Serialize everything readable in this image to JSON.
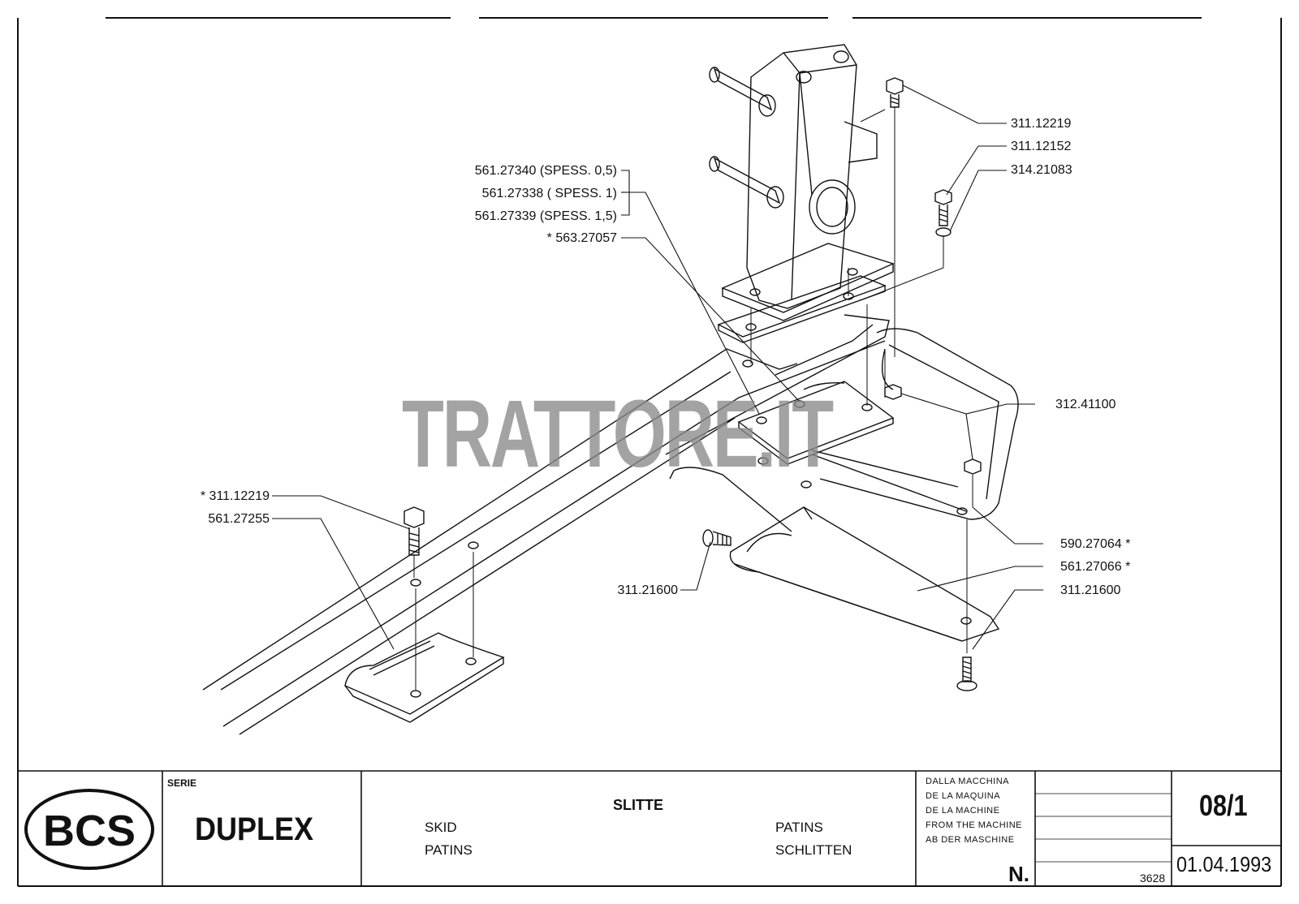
{
  "callouts": {
    "bolt_top": "311.12219",
    "bolt_small": "311.12152",
    "washer": "314.21083",
    "shim_05": "561.27340 (SPESS. 0,5)",
    "shim_1": "561.27338 ( SPESS. 1)",
    "shim_15": "561.27339 (SPESS. 1,5)",
    "plate": "563.27057",
    "nut": "312.41100",
    "bolt_left": "311.12219",
    "skid_left": "561.27255",
    "skid_guard": "590.27064",
    "skid_right": "561.27066",
    "screw_mid": "311.21600",
    "screw_right": "311.21600",
    "asterisk": "*"
  },
  "watermark": "TRATTORE.IT",
  "title_block": {
    "logo": "BCS",
    "serie_label": "SERIE",
    "serie_value": "DUPLEX",
    "title": "SLITTE",
    "names_left": [
      "SKID",
      "PATINS"
    ],
    "names_right": [
      "PATINS",
      "SCHLITTEN"
    ],
    "from_machine": [
      "DALLA MACCHINA",
      "DE LA MAQUINA",
      "DE LA MACHINE",
      "FROM THE MACHINE",
      "AB DER MASCHINE"
    ],
    "number_label": "N.",
    "number_value": "3628",
    "table_number": "08/1",
    "date": "01.04.1993"
  }
}
